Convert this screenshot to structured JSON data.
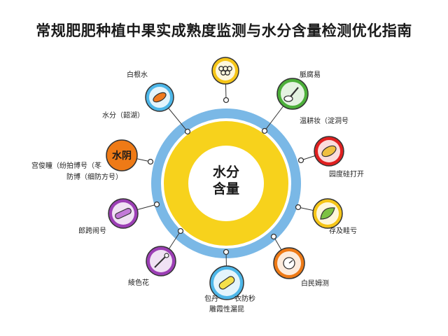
{
  "title": "常规肥肥种植中果实成熟度监测与水分含量检测优化指南",
  "center": {
    "line1": "水分",
    "line2": "含量"
  },
  "nodes": [
    {
      "id": "top",
      "icon": "flower-pattern-icon",
      "color": "#f5c518",
      "label_lines": []
    },
    {
      "id": "upper-right",
      "icon": "shovel-icon",
      "color": "#4caf3a",
      "label_lines": [
        "脈腐易"
      ]
    },
    {
      "id": "right-upper",
      "icon": "chili-icon",
      "color": "#e02020",
      "label_lines": [
        "温耕妆（淀洞号"
      ]
    },
    {
      "id": "right",
      "icon": "leaf-icon",
      "color": "#f5c518",
      "label_lines": [
        "园度硅打开"
      ]
    },
    {
      "id": "right-lower",
      "icon": "seedling-icon",
      "color": "#ee7a16",
      "label_lines": [
        "存及畦亏"
      ]
    },
    {
      "id": "lower-right",
      "icon": "gauge-icon",
      "color": "#ee7a16",
      "label_lines": [
        "白民姆测"
      ]
    },
    {
      "id": "bottom",
      "icon": "thermometer-icon",
      "color": "#4db6e8",
      "label_lines": [
        "包丹",
        "衣防秒",
        "雕霞性漏昆"
      ]
    },
    {
      "id": "lower-left",
      "icon": "probe-icon",
      "color": "#9c3fb5",
      "label_lines": [
        "綾色花"
      ]
    },
    {
      "id": "left-lower",
      "icon": "sausage-icon",
      "color": "#9c3fb5",
      "label_lines": [
        "郎跨闹号"
      ]
    },
    {
      "id": "left",
      "icon": "water-badge-icon",
      "color": "#ee7a16",
      "badge": "水阴",
      "label_lines": [
        "宫俊瞳（纷拍博号（苳",
        "防博（细防方号）"
      ]
    },
    {
      "id": "left-upper",
      "icon": "pill-icon",
      "color": "#ee7a16",
      "label_lines": [
        "水分（韶湖）"
      ]
    },
    {
      "id": "upper-left",
      "icon": "capsule-icon",
      "color": "#4db6e8",
      "label_lines": [
        "白根水"
      ]
    }
  ]
}
